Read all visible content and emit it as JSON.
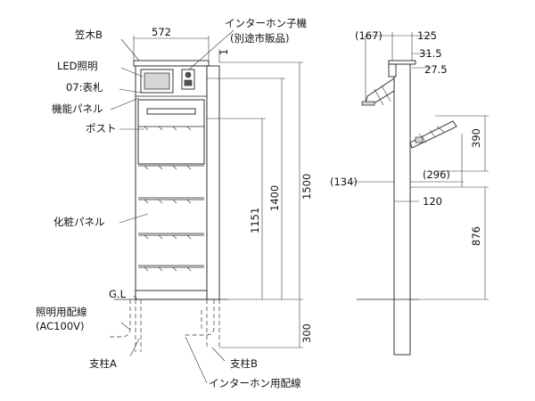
{
  "front_labels": {
    "kasagi": "笠木B",
    "led": "LED照明",
    "nameplate": "07:表札",
    "function_panel": "機能パネル",
    "post": "ポスト",
    "decor_panel": "化粧パネル",
    "gl": "G.L",
    "light_wiring_1": "照明用配線",
    "light_wiring_2": "(AC100V)",
    "pillar_a": "支柱A",
    "pillar_b": "支柱B",
    "intercom_wiring": "インターホン用配線",
    "intercom_1": "インターホン子機",
    "intercom_2": "(別途市販品)"
  },
  "front_dims": {
    "width": "572",
    "top_small": "1",
    "h1151": "1151",
    "h1400": "1400",
    "h1500": "1500",
    "h300": "300"
  },
  "side_dims": {
    "d167": "(167)",
    "d125": "125",
    "d31_5": "31.5",
    "d27_5": "27.5",
    "d390": "390",
    "d134": "(134)",
    "d296": "(296)",
    "d120": "120",
    "d876": "876"
  }
}
